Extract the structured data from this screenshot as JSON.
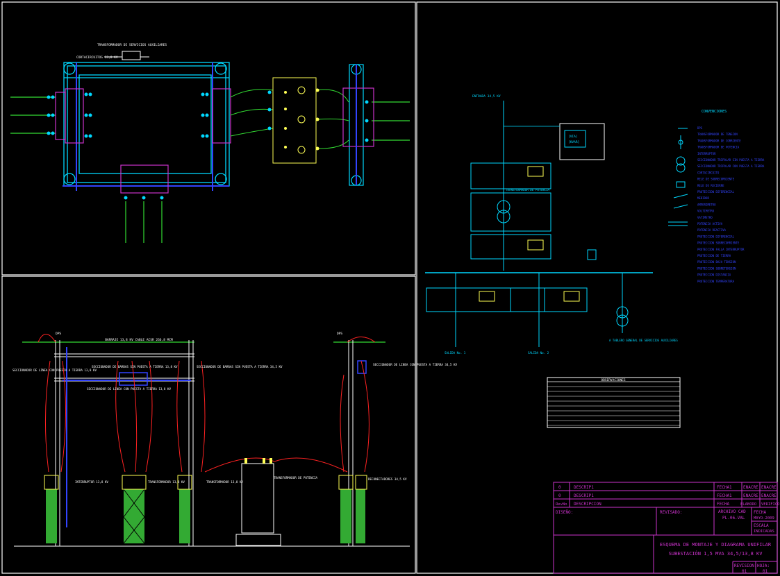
{
  "colors": {
    "background": "#000000",
    "frame": "#ffffff",
    "cyan": "#00d8ff",
    "blue": "#3344ff",
    "green": "#33dd33",
    "magenta": "#cc33cc",
    "yellow": "#ffff55",
    "red": "#ff2222",
    "white": "#ffffff"
  },
  "plan_view": {
    "top_label": "TRANSFORMADOR DE SERVICIOS AUXILIARES",
    "left_label": "CORTACIRCUITOS 13,8 KV"
  },
  "elevation": {
    "busbar_label": "BARRAJE 13,8 KV CABLE ACSR 266,8 MCM",
    "label_dps_left": "DPS",
    "label_dps_right": "DPS",
    "label_secc_linea_left": "SECCIONADOR DE LINEA CON PUESTA A TIERRA 13,8 KV",
    "label_secc_barras": "SECCIONADOR DE BARRAS SIN PUESTA A TIERRA 13,8 KV",
    "label_secc_barras_right": "SECCIONADOR DE BARRAS SIN PUESTA A TIERRA 34,5 KV",
    "label_secc_linea_center": "SECCIONADOR DE LINEA CON PUESTA A TIERRA 13,8 KV",
    "label_secc_linea_right": "SECCIONADOR DE LINEA CON PUESTA A TIERRA 34,5 KV",
    "label_interruptor": "INTERRUPTOR 13,8 KV",
    "label_transf_corriente": "TRANSFORMADOR 13,8 KV",
    "label_transf_potencia": "TRANSFORMADOR DE POTENCIA",
    "label_transf_small": "TRANSFORMADOR 13,8 KV",
    "label_reconectador": "RECONECTADORES 34,5 KV"
  },
  "single_line": {
    "entrada": "ENTRADA 34,5 KV",
    "transformer": "TRANSFORMADOR DE POTENCIA",
    "salida_1": "SALIDA No. 1",
    "salida_2": "SALIDA No. 2",
    "aux_transformer_note": "A TABLERO GENERAL DE SERVICIOS AUXILIARES",
    "meter_box_line1": "[VIA]",
    "meter_box_line2": "[KVAR]"
  },
  "conventions": {
    "title": "CONVENCIONES",
    "items": [
      "DPS",
      "TRANSFORMADOR DE TENSION",
      "TRANSFORMADOR DE CORRIENTE",
      "TRANSFORMADOR DE POTENCIA",
      "INTERRUPTOR",
      "SECCIONADOR TRIPOLAR SIN PUESTA A TIERRA",
      "SECCIONADOR TRIPOLAR CON PUESTA A TIERRA",
      "CORTACIRCUITO",
      "RELE DE SOBRECORRIENTE",
      "RELE DE RECIERRE",
      "PROTECCION DIFERENCIAL",
      "MEDIDOR",
      "AMPERIMETRO",
      "VOLTIMETRO",
      "VATIMETRO",
      "POTENCIA ACTIVA",
      "POTENCIA REACTIVA",
      "PROTECCION DIFERENCIAL",
      "PROTECCION SOBRECORRIENTE",
      "PROTECCION FALLA INTERRUPTOR",
      "PROTECCION DE TIERRA",
      "PROTECCION BAJA TENSION",
      "PROTECCION SOBRETENSION",
      "PROTECCION DISTANCIA",
      "PROTECCION TEMPERATURA"
    ]
  },
  "observaciones": {
    "title": "OBSERVACIONES"
  },
  "title_block": {
    "rev_rows": [
      {
        "num": "0",
        "desc": "DESCRIP1",
        "fecha": "FECHA1",
        "elaboro": "ENACRE",
        "verifico": "ENACRE"
      },
      {
        "num": "0",
        "desc": "DESCRIP1",
        "fecha": "FECHA1",
        "elaboro": "ENACRE",
        "verifico": "ENACRE"
      }
    ],
    "header_num": "RevNo",
    "header_desc": "DESCRIPCION",
    "header_fecha": "FECHA",
    "header_elaboro": "ELABORO",
    "header_verifico": "VERIFICO",
    "diseno": "DISEÑO:",
    "revisado": "REVISADO:",
    "archivo_label": "ARCHIVO CAD",
    "archivo_value": "PL.06.VAL",
    "fecha_label": "FECHA",
    "fecha_value": "MAYO-2009",
    "escala_label": "ESCALA",
    "escala_value": "INDICADAS",
    "title_line1": "ESQUEMA DE MONTAJE Y DIAGRAMA UNIFILAR",
    "title_line2": "SUBESTACIÓN 1,5 MVA 34,5/13,8 KV",
    "revision_label": "REVISION:",
    "revision_value": "01",
    "hoja_label": "HOJA:",
    "hoja_value": "01"
  }
}
